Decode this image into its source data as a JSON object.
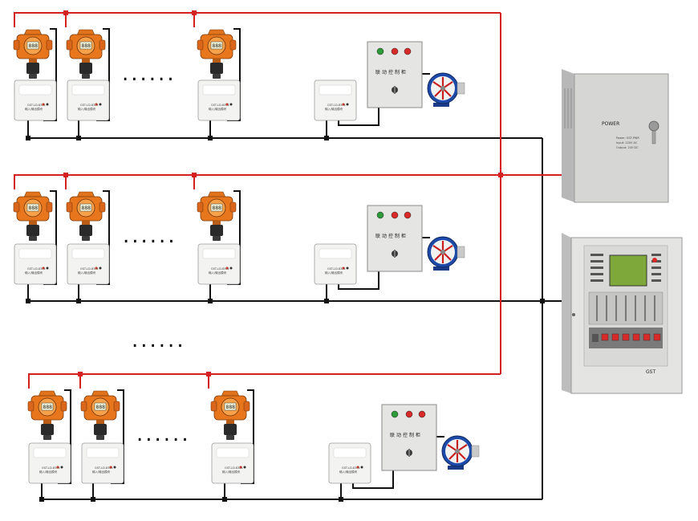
{
  "wiring": {
    "signal_color": "#d42020",
    "bus_color": "#111111"
  },
  "rows": [
    {
      "ellipsis": "......"
    },
    {
      "ellipsis": "......"
    },
    {
      "ellipsis": "......"
    }
  ],
  "between_rows_ellipsis": "......",
  "detector": {
    "module_label": "GST-LD-8301",
    "module_sub": "输入/输出模块"
  },
  "linkage_box": {
    "label": "联动控制柜"
  },
  "power_box": {
    "brand": "POWER",
    "specs": [
      "Power: GST-PWR",
      "Input: 220V AC",
      "Output: 24V DC"
    ]
  },
  "controller": {
    "brand": "GST"
  }
}
